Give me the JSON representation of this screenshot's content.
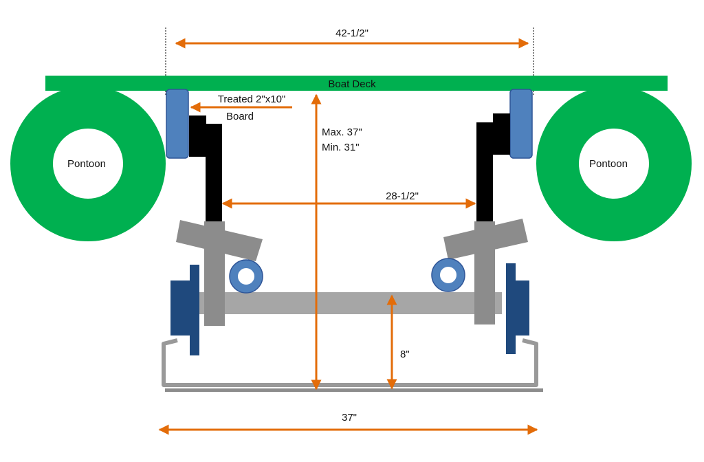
{
  "labels": {
    "boat_deck": "Boat Deck",
    "pontoon_left": "Pontoon",
    "pontoon_right": "Pontoon",
    "board_line1": "Treated 2\"x10\"",
    "board_line2": "Board",
    "height_max": "Max. 37\"",
    "height_min": "Min. 31\"",
    "top_width": "42-1/2\"",
    "inner_width": "28-1/2\"",
    "axle_height": "8\"",
    "bottom_width": "37\""
  },
  "colors": {
    "green": "#00b050",
    "orange": "#e36c09",
    "blue_board": "#4f81bd",
    "blue_hub": "#1f497d",
    "gray": "#8c8c8c",
    "black": "#000000"
  }
}
